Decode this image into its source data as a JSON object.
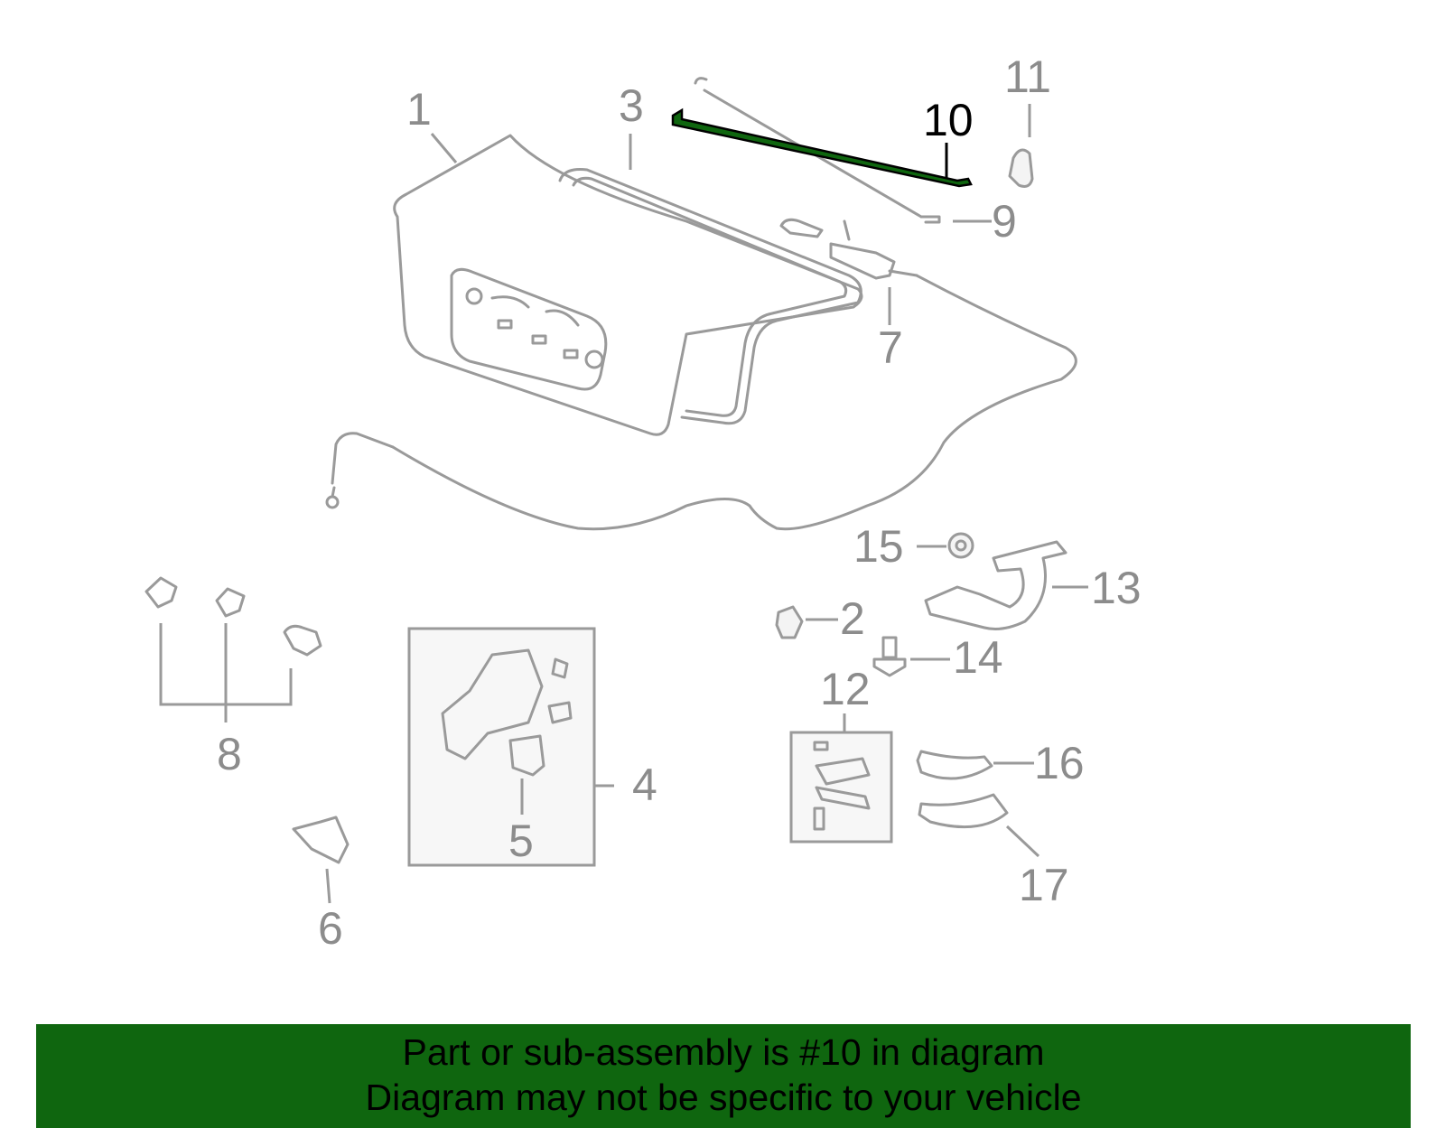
{
  "diagram": {
    "highlight_color": "#0f660f",
    "callouts": [
      {
        "id": "1",
        "label": "1"
      },
      {
        "id": "2",
        "label": "2"
      },
      {
        "id": "3",
        "label": "3"
      },
      {
        "id": "4",
        "label": "4"
      },
      {
        "id": "5",
        "label": "5"
      },
      {
        "id": "6",
        "label": "6"
      },
      {
        "id": "7",
        "label": "7"
      },
      {
        "id": "8",
        "label": "8"
      },
      {
        "id": "9",
        "label": "9"
      },
      {
        "id": "10",
        "label": "10",
        "highlighted": true
      },
      {
        "id": "11",
        "label": "11"
      },
      {
        "id": "12",
        "label": "12"
      },
      {
        "id": "13",
        "label": "13"
      },
      {
        "id": "14",
        "label": "14"
      },
      {
        "id": "15",
        "label": "15"
      },
      {
        "id": "16",
        "label": "16"
      },
      {
        "id": "17",
        "label": "17"
      }
    ]
  },
  "banner": {
    "line1": "Part or sub-assembly is #10 in diagram",
    "line2": "Diagram may not be specific to your vehicle",
    "background": "#0f660f"
  }
}
